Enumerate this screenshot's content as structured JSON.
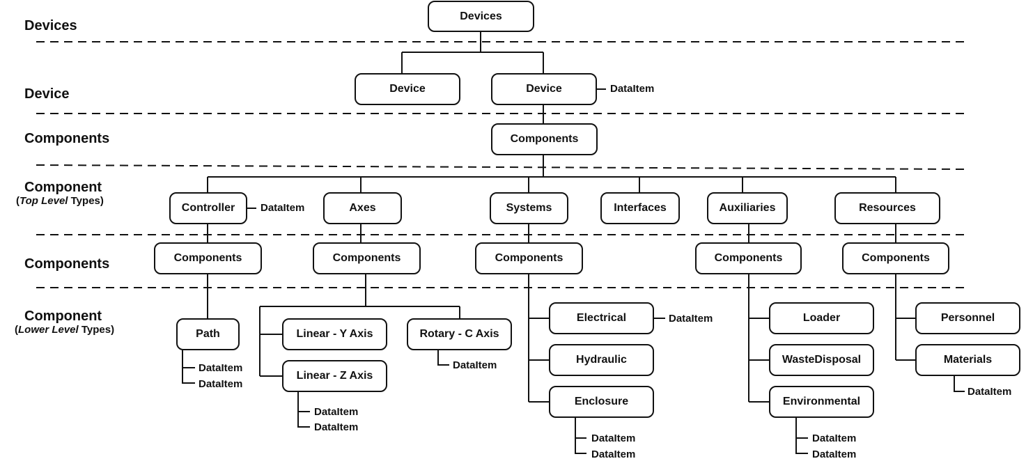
{
  "rows": {
    "devices": "Devices",
    "device": "Device",
    "components_1": "Components",
    "component_top": "Component",
    "component_top_sub_open": "(",
    "component_top_sub_em": "Top Level",
    "component_top_sub_close": " Types)",
    "components_2": "Components",
    "component_lower": "Component",
    "component_lower_sub_open": "(",
    "component_lower_sub_em": "Lower Level",
    "component_lower_sub_close": " Types)"
  },
  "nodes": {
    "devices": "Devices",
    "device_left": "Device",
    "device_right": "Device",
    "components_main": "Components",
    "controller": "Controller",
    "axes": "Axes",
    "systems": "Systems",
    "interfaces": "Interfaces",
    "auxiliaries": "Auxiliaries",
    "resources": "Resources",
    "controller_components": "Components",
    "axes_components": "Components",
    "systems_components": "Components",
    "auxiliaries_components": "Components",
    "resources_components": "Components",
    "path": "Path",
    "linear_y": "Linear - Y Axis",
    "linear_z": "Linear - Z Axis",
    "rotary_c": "Rotary - C Axis",
    "electrical": "Electrical",
    "hydraulic": "Hydraulic",
    "enclosure": "Enclosure",
    "loader": "Loader",
    "waste_disposal": "WasteDisposal",
    "environmental": "Environmental",
    "personnel": "Personnel",
    "materials": "Materials"
  },
  "data_items": {
    "device": "DataItem",
    "controller": "DataItem",
    "path_1": "DataItem",
    "path_2": "DataItem",
    "rotary_c": "DataItem",
    "linear_z_1": "DataItem",
    "linear_z_2": "DataItem",
    "electrical": "DataItem",
    "enclosure_1": "DataItem",
    "enclosure_2": "DataItem",
    "environmental_1": "DataItem",
    "environmental_2": "DataItem",
    "materials": "DataItem"
  },
  "colors": {
    "line": "#111111",
    "background": "#ffffff"
  }
}
